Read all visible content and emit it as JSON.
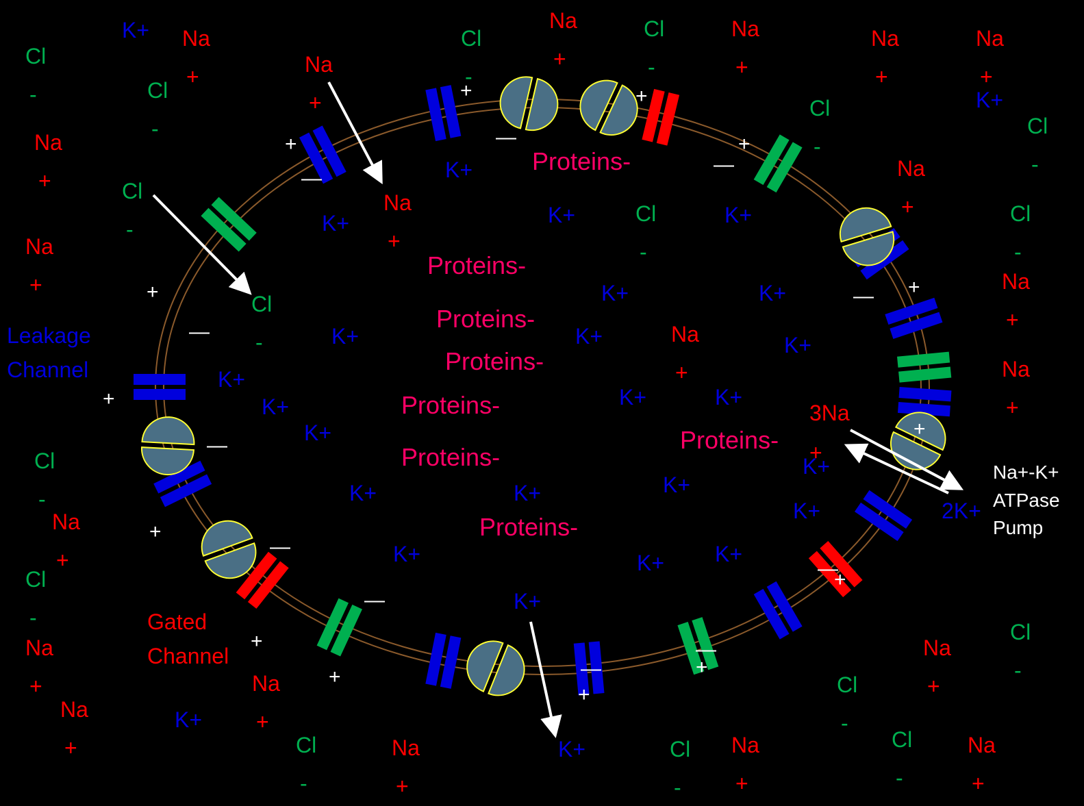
{
  "colors": {
    "background": "#000000",
    "sodium": "#ff0000",
    "chloride": "#00b050",
    "potassium": "#0000dd",
    "protein": "#ff0066",
    "leak_channel": "#0000dd",
    "cl_channel": "#00b050",
    "gated_channel": "#ff0000",
    "pump_fill": "#4a6f85",
    "pump_outline": "#ffff33",
    "membrane": "#8b5a2b"
  },
  "legend": {
    "leakage_line1": "Leakage",
    "leakage_line2": "Channel",
    "gated_line1": "Gated",
    "gated_line2": "Channel",
    "pump_line1": "Na+-K+",
    "pump_line2": "ATPase",
    "pump_line3": "Pump"
  },
  "pump_flux": {
    "in": "3Na",
    "in_sign": "+",
    "out": "2K+"
  },
  "ions": {
    "na_main": "Na",
    "na_sign": "+",
    "cl_main": "Cl",
    "cl_sign": "-",
    "k": "K+",
    "protein": "Proteins-"
  },
  "membrane_signs": {
    "outside": "+",
    "inside": "—"
  },
  "icons": [
    "leak-channel-icon",
    "gated-channel-icon",
    "pump-icon",
    "flux-arrow-icon"
  ]
}
